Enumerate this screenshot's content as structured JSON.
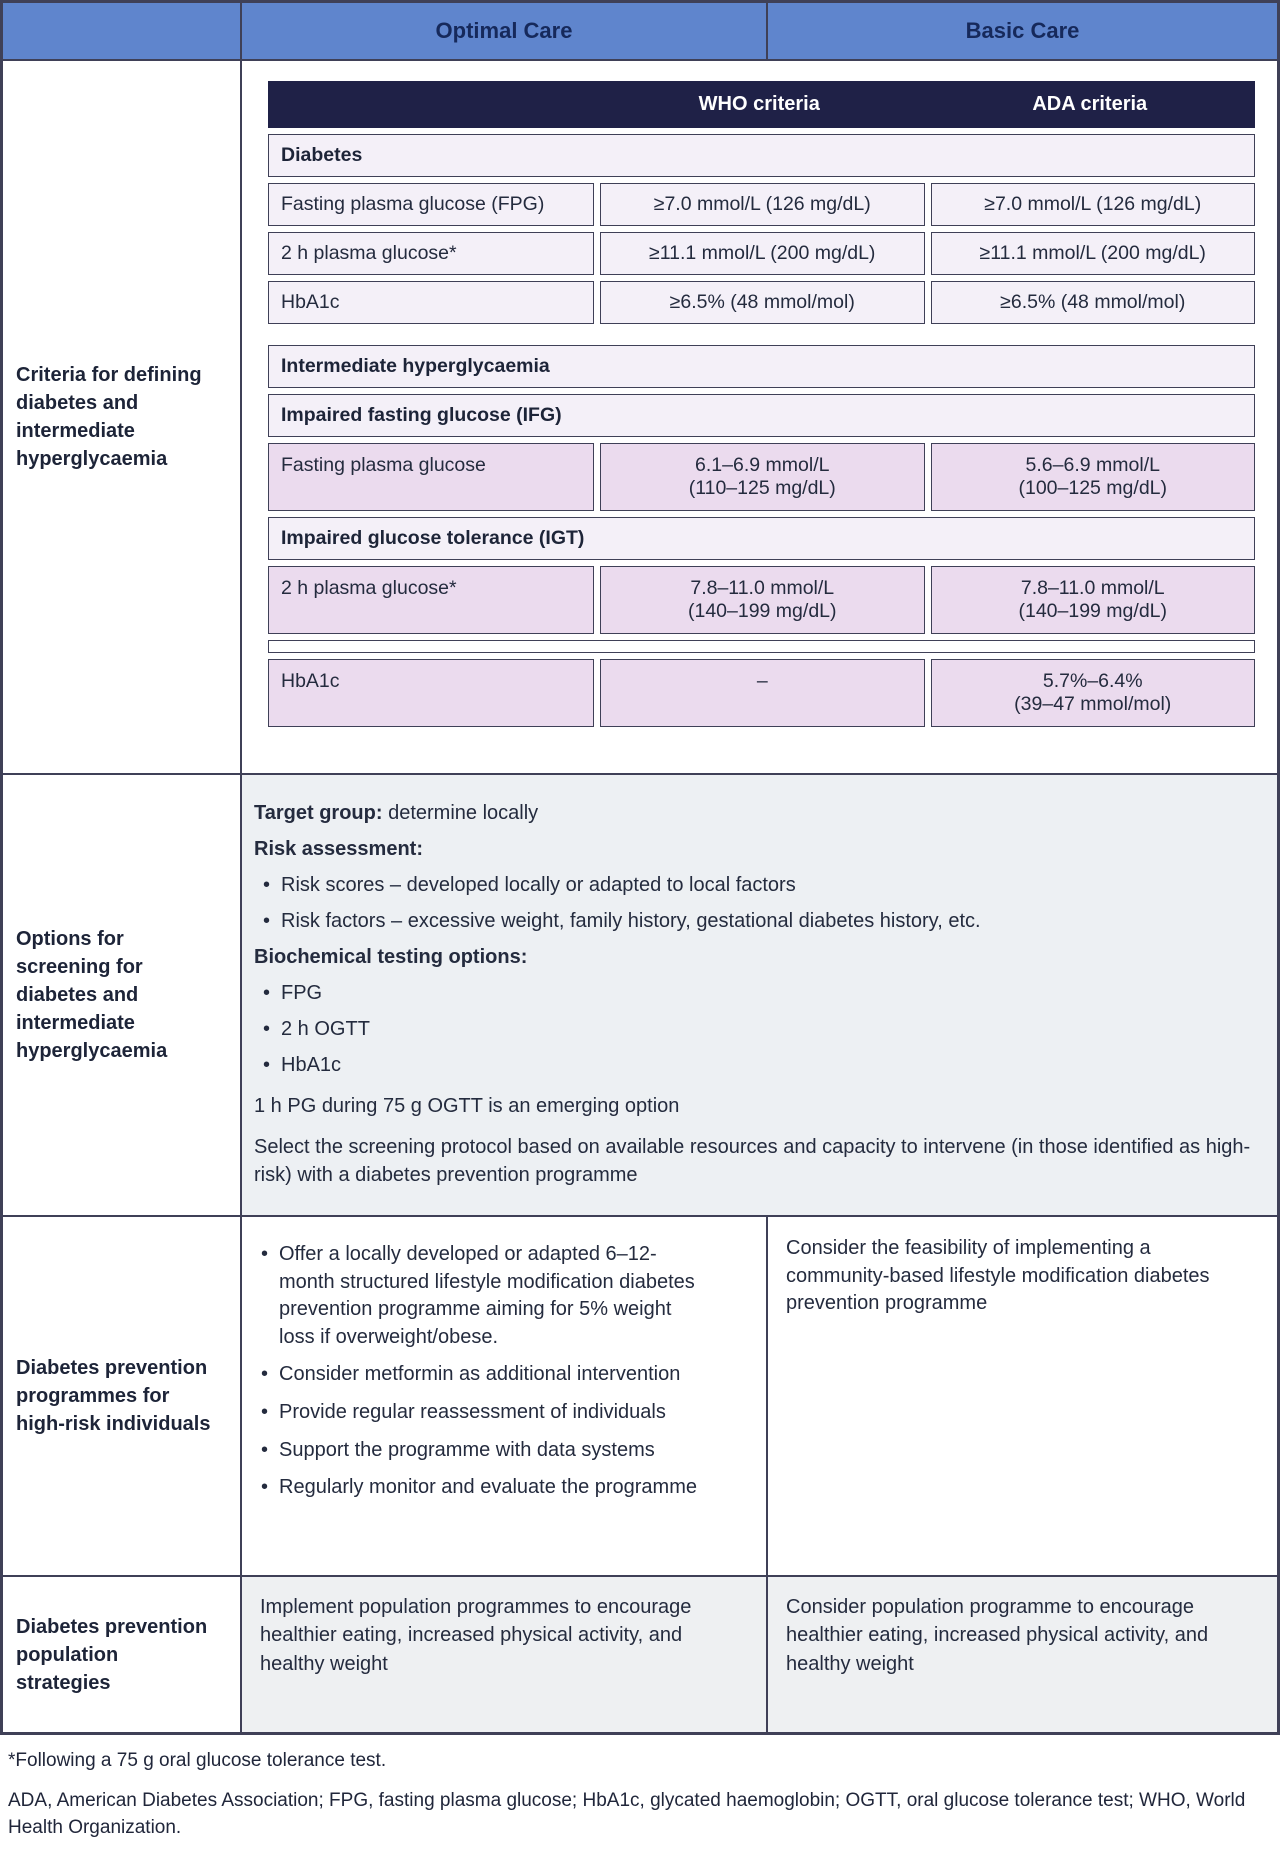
{
  "header": {
    "optimal": "Optimal Care",
    "basic": "Basic Care"
  },
  "colors": {
    "header_blue": "#5f85cd",
    "header_text": "#16295b",
    "inner_header_bg": "#1f2147",
    "lavender": "#f4f0f8",
    "purple": "#ebdbee",
    "gray_row": "#edf0f3",
    "border": "#3f4057"
  },
  "criteria": {
    "row_label": "Criteria for defining diabetes and intermediate hyperglycaemia",
    "who_header": "WHO criteria",
    "ada_header": "ADA criteria",
    "diabetes_header": "Diabetes",
    "rows": [
      {
        "label": "Fasting plasma glucose (FPG)",
        "who": "≥7.0 mmol/L (126 mg/dL)",
        "ada": "≥7.0 mmol/L (126 mg/dL)"
      },
      {
        "label": "2 h plasma glucose*",
        "who": "≥11.1 mmol/L (200 mg/dL)",
        "ada": "≥11.1 mmol/L (200 mg/dL)"
      },
      {
        "label": "HbA1c",
        "who": "≥6.5% (48 mmol/mol)",
        "ada": "≥6.5% (48 mmol/mol)"
      }
    ],
    "intermediate_header": "Intermediate hyperglycaemia",
    "ifg_header": "Impaired fasting glucose (IFG)",
    "ifg_row": {
      "label": "Fasting plasma glucose",
      "who_line1": "6.1–6.9 mmol/L",
      "who_line2": "(110–125 mg/dL)",
      "ada_line1": "5.6–6.9 mmol/L",
      "ada_line2": "(100–125 mg/dL)"
    },
    "igt_header": "Impaired glucose tolerance (IGT)",
    "igt_row": {
      "label": "2 h plasma glucose*",
      "who_line1": "7.8–11.0 mmol/L",
      "who_line2": "(140–199 mg/dL)",
      "ada_line1": "7.8–11.0 mmol/L",
      "ada_line2": "(140–199 mg/dL)"
    },
    "hba1c_row": {
      "label": "HbA1c",
      "who": "–",
      "ada_line1": "5.7%–6.4%",
      "ada_line2": "(39–47 mmol/mol)"
    }
  },
  "screening": {
    "row_label": "Options for screening for diabetes and intermediate hyperglycaemia",
    "target_group_label": "Target group:",
    "target_group_value": " determine locally",
    "risk_assessment_label": "Risk assessment:",
    "risk_bullets": [
      "Risk scores – developed locally or adapted to local factors",
      "Risk factors – excessive weight, family history, gestational diabetes history, etc."
    ],
    "biochem_label": "Biochemical testing options:",
    "biochem_bullets": [
      "FPG",
      "2 h OGTT",
      "HbA1c"
    ],
    "emerging": "1 h PG during 75 g OGTT is an emerging option",
    "select_note": "Select the screening protocol based on available resources and capacity to intervene (in those identified as high-risk) with a diabetes prevention programme"
  },
  "prevention_programmes": {
    "row_label": "Diabetes prevention programmes for high-risk individuals",
    "optimal_bullets": [
      "Offer a locally developed or adapted 6–12-month structured lifestyle modification diabetes prevention programme aiming for 5% weight loss if overweight/obese.",
      "Consider metformin as additional intervention",
      "Provide regular reassessment of individuals",
      "Support the programme with data systems",
      "Regularly monitor and evaluate the programme"
    ],
    "basic_text": "Consider the feasibility of implementing a community-based lifestyle modification diabetes prevention programme"
  },
  "population_strategies": {
    "row_label": "Diabetes prevention population strategies",
    "optimal_text": "Implement population programmes to encourage healthier eating, increased physical activity, and healthy weight",
    "basic_text": "Consider population programme to encourage healthier eating, increased physical activity, and healthy weight"
  },
  "footnotes": {
    "asterisk": "*Following a 75 g oral glucose tolerance test.",
    "abbreviations": "ADA, American Diabetes Association; FPG, fasting plasma glucose; HbA1c, glycated haemoglobin; OGTT, oral glucose tolerance test; WHO, World Health Organization."
  }
}
